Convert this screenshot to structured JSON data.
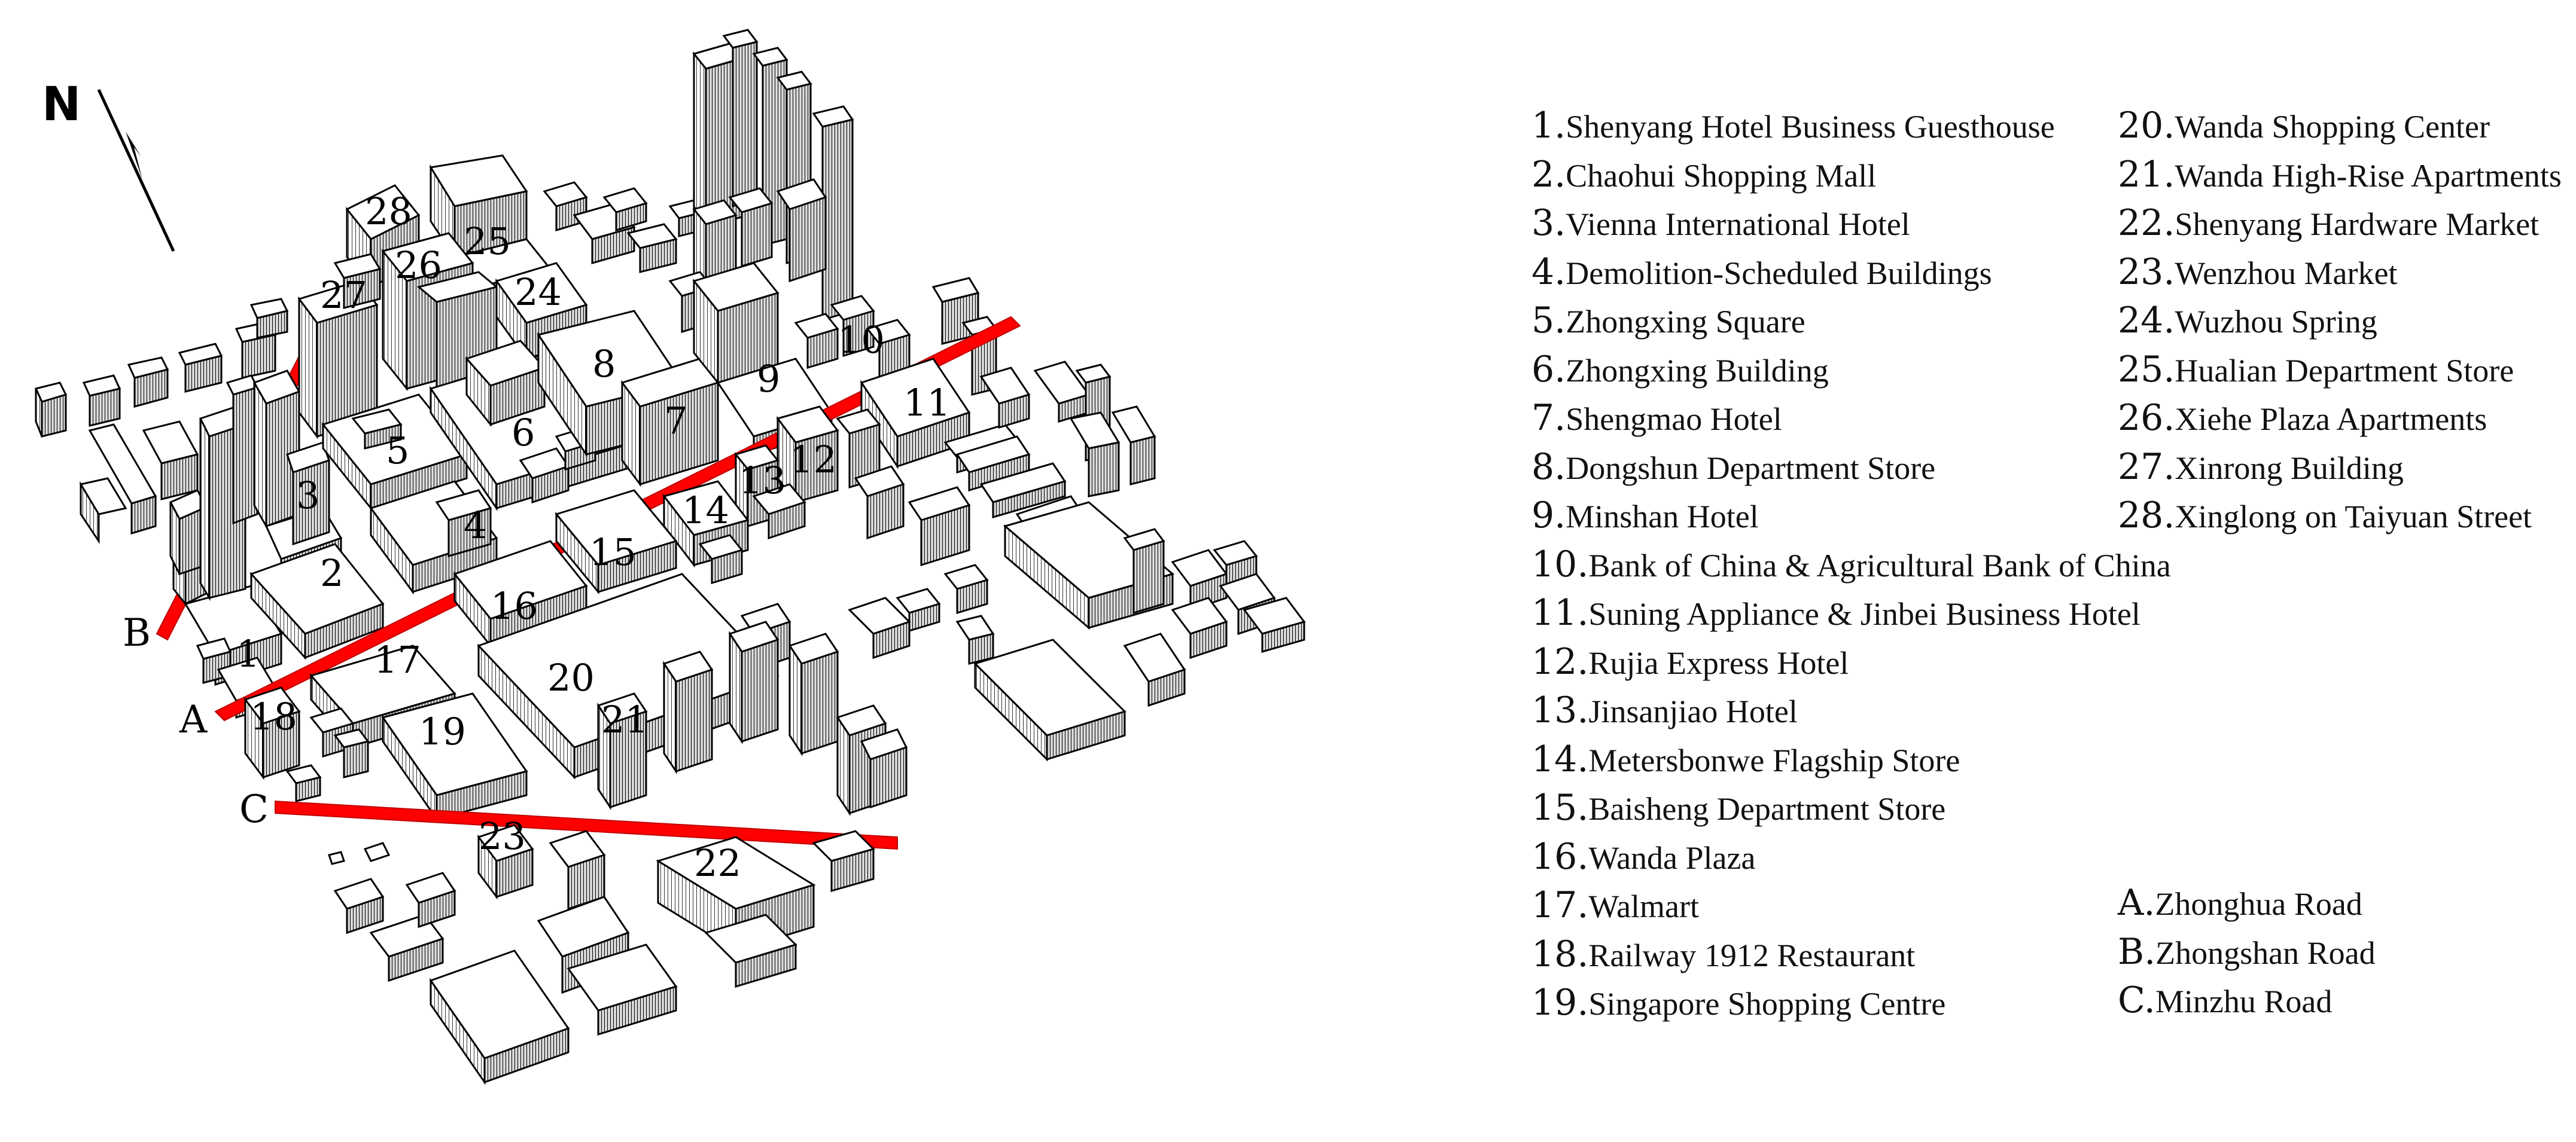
{
  "map": {
    "north_label": "N",
    "building_labels": [
      "1",
      "2",
      "3",
      "4",
      "5",
      "6",
      "7",
      "8",
      "9",
      "10",
      "11",
      "12",
      "13",
      "14",
      "15",
      "16",
      "17",
      "18",
      "19",
      "20",
      "21",
      "22",
      "23",
      "24",
      "25",
      "26",
      "27",
      "28"
    ],
    "road_labels": [
      "A",
      "B",
      "C"
    ]
  },
  "legend": {
    "buildings": [
      {
        "num": "1.",
        "name": "Shenyang Hotel Business Guesthouse"
      },
      {
        "num": "2.",
        "name": "Chaohui Shopping Mall"
      },
      {
        "num": "3.",
        "name": "Vienna International Hotel"
      },
      {
        "num": "4.",
        "name": "Demolition-Scheduled Buildings"
      },
      {
        "num": "5.",
        "name": "Zhongxing Square"
      },
      {
        "num": "6.",
        "name": "Zhongxing Building"
      },
      {
        "num": "7.",
        "name": "Shengmao Hotel"
      },
      {
        "num": "8.",
        "name": "Dongshun Department Store"
      },
      {
        "num": "9.",
        "name": "Minshan Hotel"
      },
      {
        "num": "10.",
        "name": "Bank of China & Agricultural Bank of China"
      },
      {
        "num": "11.",
        "name": "Suning Appliance & Jinbei Business Hotel"
      },
      {
        "num": "12.",
        "name": "Rujia Express Hotel"
      },
      {
        "num": "13.",
        "name": "Jinsanjiao Hotel"
      },
      {
        "num": "14.",
        "name": "Metersbonwe Flagship Store"
      },
      {
        "num": "15.",
        "name": "Baisheng Department Store"
      },
      {
        "num": "16.",
        "name": "Wanda Plaza"
      },
      {
        "num": "17.",
        "name": "Walmart"
      },
      {
        "num": "18.",
        "name": "Railway 1912 Restaurant"
      },
      {
        "num": "19.",
        "name": "Singapore Shopping Centre"
      },
      {
        "num": "20.",
        "name": "Wanda Shopping Center"
      },
      {
        "num": "21.",
        "name": "Wanda High-Rise Apartments"
      },
      {
        "num": "22.",
        "name": "Shenyang Hardware Market"
      },
      {
        "num": "23.",
        "name": "Wenzhou Market"
      },
      {
        "num": "24.",
        "name": "Wuzhou Spring"
      },
      {
        "num": "25.",
        "name": "Hualian Department Store"
      },
      {
        "num": "26.",
        "name": "Xiehe Plaza Apartments"
      },
      {
        "num": "27.",
        "name": "Xinrong Building"
      },
      {
        "num": "28.",
        "name": "Xinglong on Taiyuan Street"
      }
    ],
    "roads": [
      {
        "num": "A.",
        "name": "Zhonghua Road"
      },
      {
        "num": "B.",
        "name": "Zhongshan Road"
      },
      {
        "num": "C.",
        "name": "Minzhu Road"
      }
    ]
  },
  "colors": {
    "road": "#ff0000",
    "building_roof": "#ffffff",
    "outline": "#000000"
  }
}
